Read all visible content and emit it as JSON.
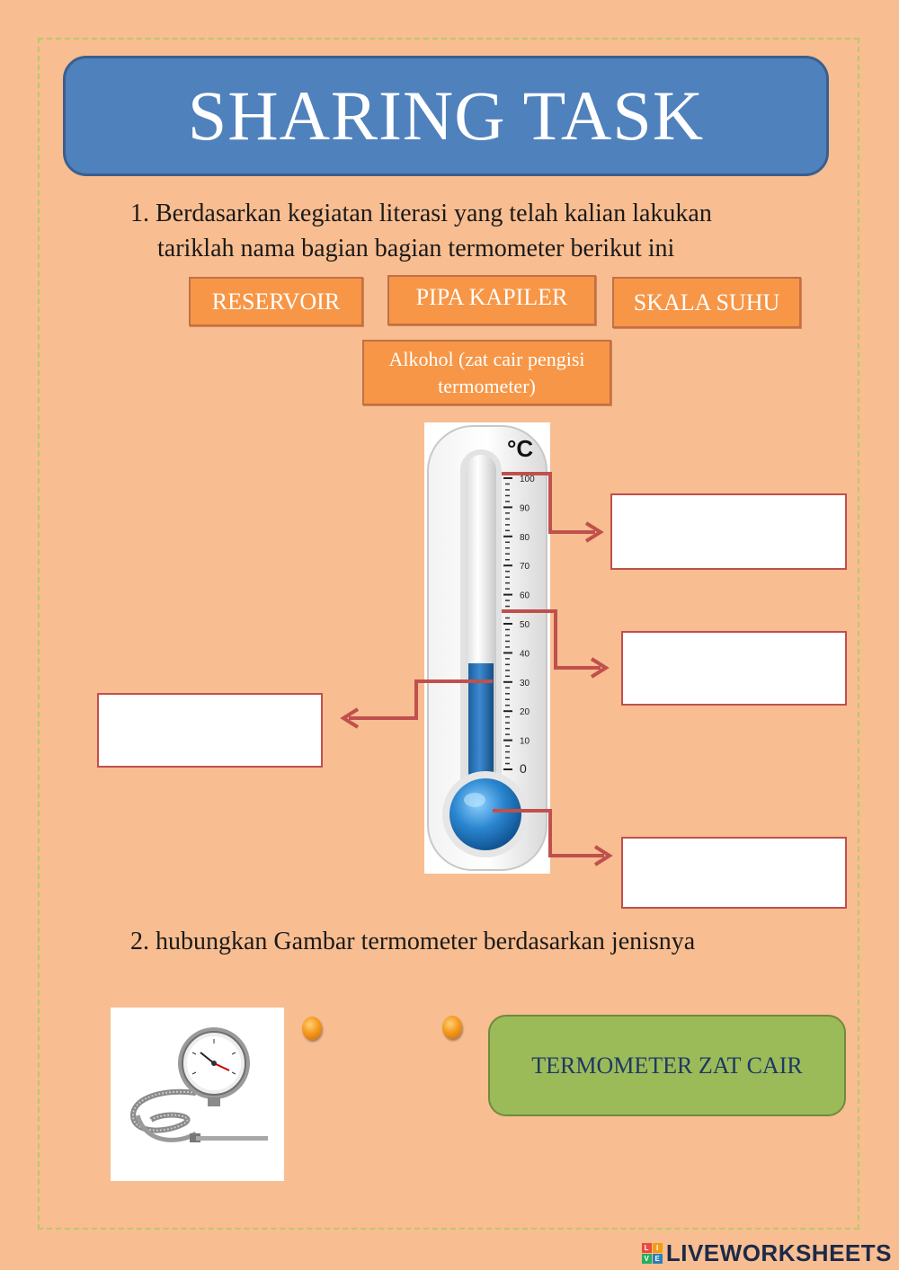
{
  "banner": {
    "title": "SHARING TASK"
  },
  "question1": {
    "line1": "1. Berdasarkan kegiatan literasi yang telah kalian lakukan",
    "line2": "tariklah nama bagian bagian termometer berikut ini"
  },
  "labels": {
    "reservoir": "RESERVOIR",
    "pipa_kapiler": "PIPA KAPILER",
    "skala_suhu": "SKALA SUHU",
    "alkohol": "Alkohol (zat cair pengisi termometer)"
  },
  "thermometer": {
    "unit": "°C",
    "ticks": [
      "100",
      "90",
      "80",
      "70",
      "60",
      "50",
      "40",
      "30",
      "20",
      "10",
      "0"
    ],
    "fluid_color": "#2e73b8",
    "arrow_color": "#c0504d"
  },
  "question2": {
    "text": "2. hubungkan Gambar termometer berdasarkan jenisnya"
  },
  "match_option": {
    "label": "TERMOMETER ZAT CAIR"
  },
  "footer": {
    "brand": "LIVEWORKSHEETS"
  }
}
